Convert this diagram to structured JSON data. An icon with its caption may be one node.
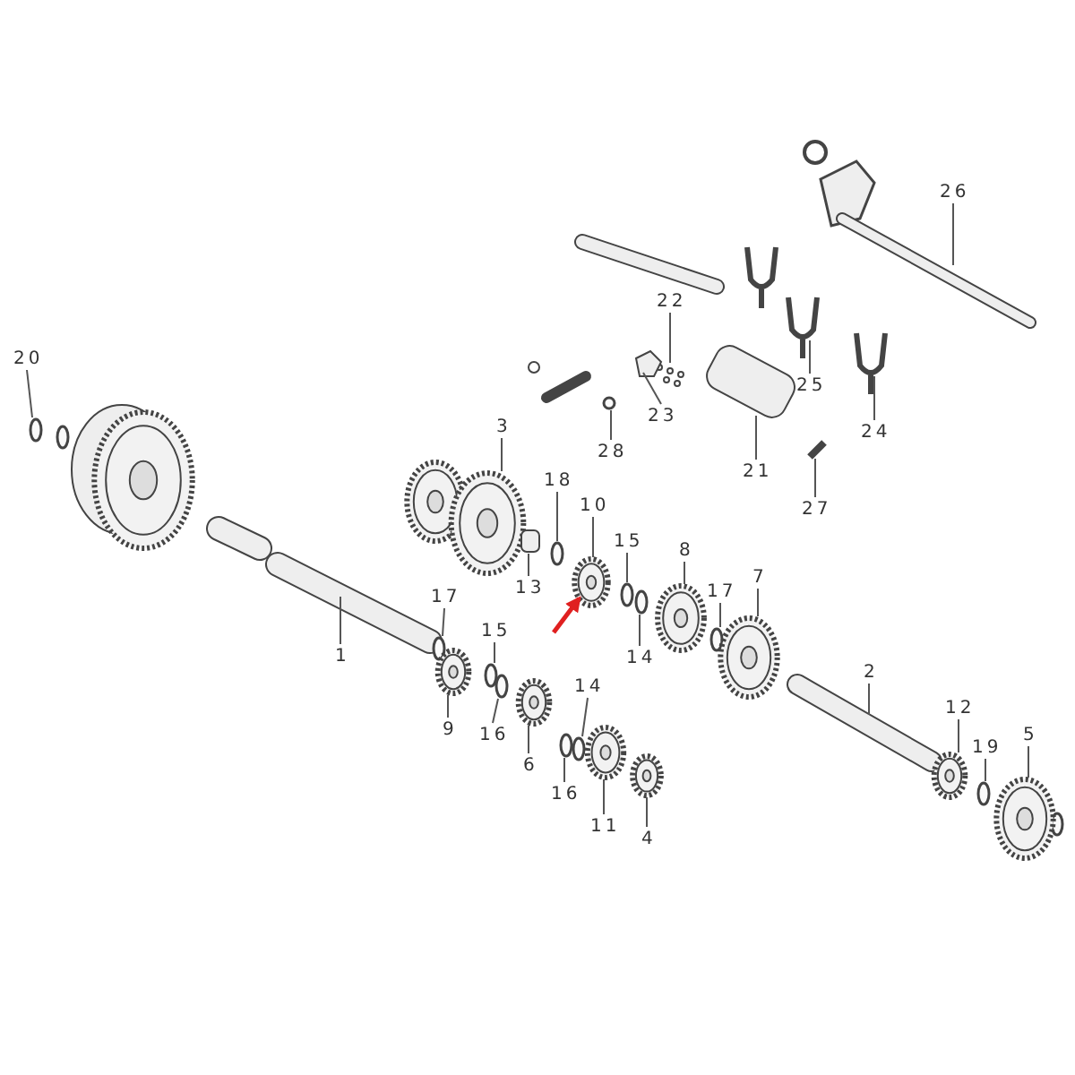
{
  "diagram": {
    "nodes": [
      {
        "text": [
          "20"
        ]
      },
      {
        "text": [
          "1"
        ]
      },
      {
        "text": [
          "3"
        ]
      },
      {
        "text": [
          "18"
        ]
      },
      {
        "text": [
          "10"
        ]
      },
      {
        "text": [
          "13"
        ]
      },
      {
        "text": [
          "15"
        ]
      },
      {
        "text": [
          "14"
        ]
      },
      {
        "text": [
          "8"
        ]
      },
      {
        "text": [
          "17"
        ]
      },
      {
        "text": [
          "7"
        ]
      },
      {
        "text": [
          "17"
        ]
      },
      {
        "text": [
          "15"
        ]
      },
      {
        "text": [
          "9"
        ]
      },
      {
        "text": [
          "16"
        ]
      },
      {
        "text": [
          "6"
        ]
      },
      {
        "text": [
          "14"
        ]
      },
      {
        "text": [
          "16"
        ]
      },
      {
        "text": [
          "11"
        ]
      },
      {
        "text": [
          "4"
        ]
      },
      {
        "text": [
          "2"
        ]
      },
      {
        "text": [
          "12"
        ]
      },
      {
        "text": [
          "19"
        ]
      },
      {
        "text": [
          "5"
        ]
      },
      {
        "text": [
          "26"
        ]
      },
      {
        "text": [
          "22"
        ]
      },
      {
        "text": [
          "23"
        ]
      },
      {
        "text": [
          "28"
        ]
      },
      {
        "text": [
          "21"
        ]
      },
      {
        "text": [
          "25"
        ]
      },
      {
        "text": [
          "24"
        ]
      },
      {
        "text": [
          "27"
        ]
      },
      {
        "text": [],
        "shape": "circle"
      },
      {
        "text": [],
        "shape": "picture"
      },
      {
        "text": [],
        "shape": "picture"
      },
      {
        "text": [],
        "shape": "circle"
      },
      {
        "text": [],
        "shape": "picture"
      },
      {
        "text": [],
        "shape": "cylinder"
      },
      {
        "text": [],
        "shape": "circle"
      },
      {
        "text": [],
        "shape": "circle"
      },
      {
        "text": [],
        "shape": "picture"
      },
      {
        "text": [],
        "shape": "circle"
      },
      {
        "text": [],
        "shape": "picture"
      },
      {
        "text": [],
        "shape": "circle"
      },
      {
        "text": [],
        "shape": "circle"
      },
      {
        "text": [],
        "shape": "picture"
      },
      {
        "text": [],
        "shape": "circle"
      },
      {
        "text": [],
        "shape": "picture"
      },
      {
        "text": [],
        "shape": "circle"
      },
      {
        "text": [],
        "shape": "circle"
      },
      {
        "text": [],
        "shape": "picture"
      },
      {
        "text": [],
        "shape": "picture"
      },
      {
        "text": [],
        "shape": "picture"
      },
      {
        "text": [],
        "shape": "picture"
      },
      {
        "text": [],
        "shape": "circle"
      },
      {
        "text": [],
        "shape": "picture"
      },
      {
        "text": [],
        "shape": "picture"
      },
      {
        "text": [],
        "shape": "picture"
      },
      {
        "text": [],
        "shape": "picture"
      },
      {
        "text": [],
        "shape": "circle"
      },
      {
        "text": [],
        "shape": "picture"
      },
      {
        "text": [],
        "shape": "picture"
      },
      {
        "text": [],
        "shape": "picture"
      },
      {
        "text": [],
        "shape": "picture"
      }
    ],
    "edges": [
      {
        "from": 0,
        "to": 32,
        "arrow": "none"
      },
      {
        "from": 1,
        "to": 33,
        "arrow": "none"
      },
      {
        "from": 2,
        "to": 34,
        "arrow": "none"
      },
      {
        "from": 3,
        "to": 35,
        "arrow": "none"
      },
      {
        "from": 4,
        "to": 36,
        "arrow": "none"
      },
      {
        "from": 5,
        "to": 37,
        "arrow": "none"
      },
      {
        "from": 6,
        "to": 38,
        "arrow": "none"
      },
      {
        "from": 7,
        "to": 39,
        "arrow": "none"
      },
      {
        "from": 8,
        "to": 40,
        "arrow": "none"
      },
      {
        "from": 9,
        "to": 41,
        "arrow": "none"
      },
      {
        "from": 10,
        "to": 42,
        "arrow": "none"
      },
      {
        "from": 11,
        "to": 43,
        "arrow": "none"
      },
      {
        "from": 12,
        "to": 44,
        "arrow": "none"
      },
      {
        "from": 13,
        "to": 45,
        "arrow": "none"
      },
      {
        "from": 14,
        "to": 46,
        "arrow": "none"
      },
      {
        "from": 15,
        "to": 47,
        "arrow": "none"
      },
      {
        "from": 16,
        "to": 48,
        "arrow": "none"
      },
      {
        "from": 17,
        "to": 49,
        "arrow": "none"
      },
      {
        "from": 18,
        "to": 50,
        "arrow": "none"
      },
      {
        "from": 19,
        "to": 51,
        "arrow": "none"
      },
      {
        "from": 20,
        "to": 52,
        "arrow": "none"
      },
      {
        "from": 21,
        "to": 53,
        "arrow": "none"
      },
      {
        "from": 22,
        "to": 54,
        "arrow": "none"
      },
      {
        "from": 23,
        "to": 55,
        "arrow": "none"
      },
      {
        "from": 24,
        "to": 56,
        "arrow": "none"
      },
      {
        "from": 25,
        "to": 57,
        "arrow": "none"
      },
      {
        "from": 26,
        "to": 58,
        "arrow": "none"
      },
      {
        "from": 27,
        "to": 59,
        "arrow": "none"
      },
      {
        "from": 28,
        "to": 60,
        "arrow": "none"
      },
      {
        "from": 29,
        "to": 61,
        "arrow": "none"
      },
      {
        "from": 30,
        "to": 62,
        "arrow": "none"
      },
      {
        "from": 31,
        "to": 63,
        "arrow": "none"
      },
      {
        "from": null,
        "to": 36,
        "arrow": "to",
        "style": "thick",
        "color": "#e02020"
      }
    ]
  }
}
